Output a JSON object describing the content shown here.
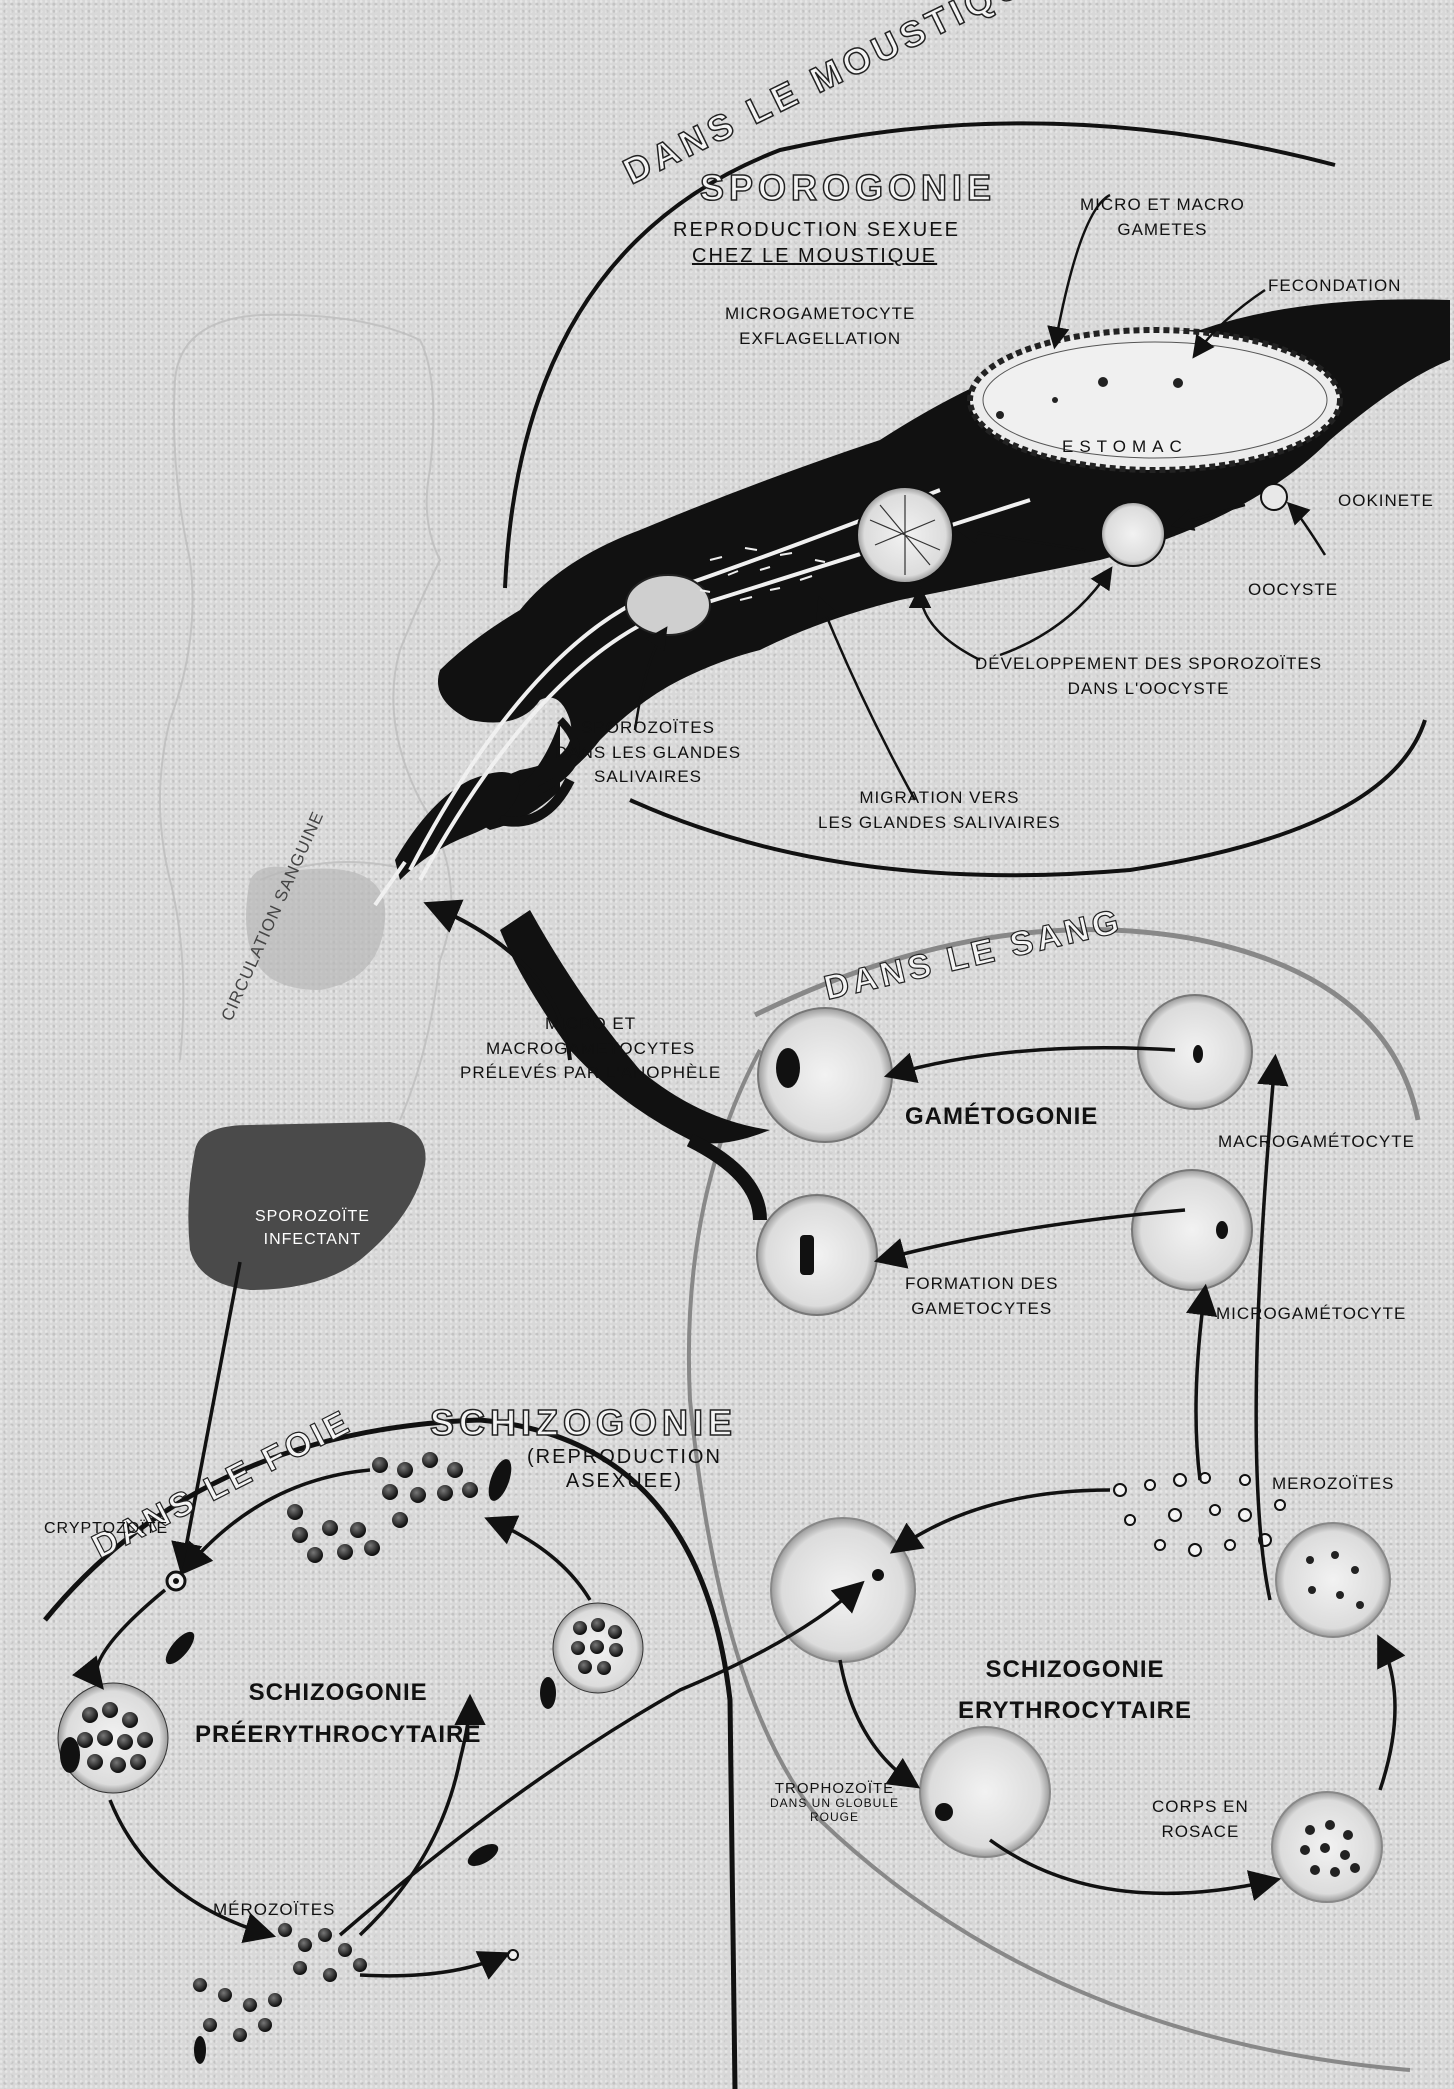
{
  "headings": {
    "moustique": "DANS LE MOUSTIQUE",
    "sang": "DANS LE SANG",
    "foie": "DANS LE FOIE"
  },
  "sporogonie": {
    "title": "SPOROGONIE",
    "sub1": "REPRODUCTION SEXUEE",
    "sub2": "CHEZ LE MOUSTIQUE"
  },
  "mosquito_labels": {
    "micro_macro_1": "MICRO ET MACRO",
    "micro_macro_2": "GAMETES",
    "fecondation": "FECONDATION",
    "micro_exfl_1": "MICROGAMETOCYTE",
    "micro_exfl_2": "EXFLAGELLATION",
    "estomac": "ESTOMAC",
    "ookinete": "OOKINETE",
    "oocyste": "OOCYSTE",
    "dev_1": "DÉVELOPPEMENT DES SPOROZOÏTES",
    "dev_2": "DANS L'OOCYSTE",
    "sporo_1": "SPOROZOÏTES",
    "sporo_2": "DANS LES GLANDES",
    "sporo_3": "SALIVAIRES",
    "migration_1": "MIGRATION VERS",
    "migration_2": "LES GLANDES SALIVAIRES"
  },
  "blood_labels": {
    "micro_macro_1": "MICRO ET",
    "micro_macro_2": "MACROGAMETOCYTES",
    "micro_macro_3": "PRÉLEVÉS PAR L'ANOPHÈLE",
    "gametogonie": "GAMÉTOGONIE",
    "macrogametocyte": "MACROGAMÉTOCYTE",
    "formation_1": "FORMATION DES",
    "formation_2": "GAMETOCYTES",
    "microgametocyte": "MICROGAMÉTOCYTE",
    "merozoites": "MEROZOÏTES",
    "schizo_ery_1": "SCHIZOGONIE",
    "schizo_ery_2": "ERYTHROCYTAIRE",
    "tropho_1": "TROPHOZOÏTE",
    "tropho_2": "DANS UN GLOBULE",
    "tropho_3": "ROUGE",
    "corps_1": "CORPS EN",
    "corps_2": "ROSACE"
  },
  "human_labels": {
    "circulation": "CIRCULATION SANGUINE",
    "sporozoite_1": "SPOROZOÏTE",
    "sporozoite_2": "INFECTANT"
  },
  "liver_labels": {
    "schizogonie": "SCHIZOGONIE",
    "repro_1": "(REPRODUCTION",
    "repro_2": "ASEXUEE)",
    "cryptozoite": "CRYPTOZOÏTE",
    "pre_1": "SCHIZOGONIE",
    "pre_2": "PRÉERYTHROCYTAIRE",
    "merozoites": "MÉROZOÏTES"
  },
  "colors": {
    "ink": "#111111",
    "paper": "#d8d8d8",
    "liver": "#4a4a4a"
  }
}
